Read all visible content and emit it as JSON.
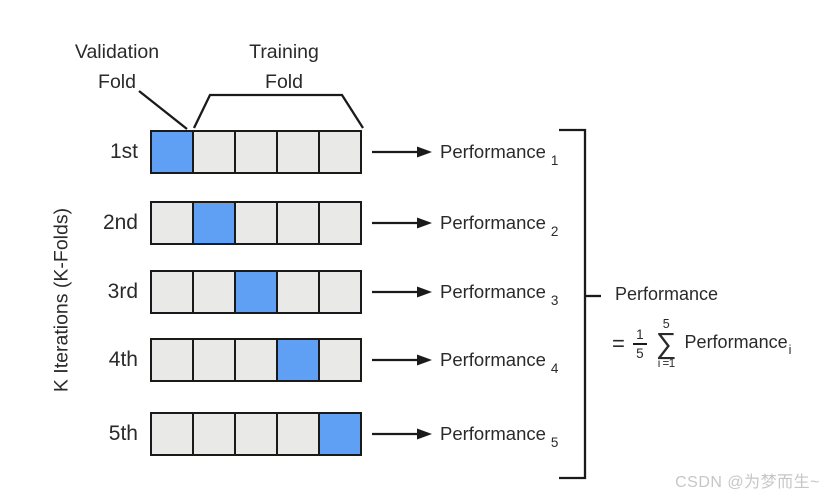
{
  "labels": {
    "validation_line1": "Validation",
    "validation_line2": "Fold",
    "training_line1": "Training",
    "training_line2": "Fold",
    "y_axis": "K Iterations (K-Folds)"
  },
  "cells_per_row": 5,
  "rows": [
    {
      "label": "1st",
      "validation_index": 0,
      "performance": "Performance",
      "subscript": "1"
    },
    {
      "label": "2nd",
      "validation_index": 1,
      "performance": "Performance",
      "subscript": "2"
    },
    {
      "label": "3rd",
      "validation_index": 2,
      "performance": "Performance",
      "subscript": "3"
    },
    {
      "label": "4th",
      "validation_index": 3,
      "performance": "Performance",
      "subscript": "4"
    },
    {
      "label": "5th",
      "validation_index": 4,
      "performance": "Performance",
      "subscript": "5"
    }
  ],
  "formula": {
    "result_label": "Performance",
    "equals": "=",
    "frac_num": "1",
    "frac_den": "5",
    "sum_upper": "5",
    "sum_symbol": "∑",
    "sum_lower": "i =1",
    "term": "Performance",
    "term_sub": "i"
  },
  "watermark": "CSDN @为梦而生~",
  "colors": {
    "validation_fill": "#60A0F4",
    "training_fill": "#E9E9E7",
    "line": "#1A1A1A",
    "text": "#2A2A2A",
    "watermark": "#C6C6C6"
  }
}
